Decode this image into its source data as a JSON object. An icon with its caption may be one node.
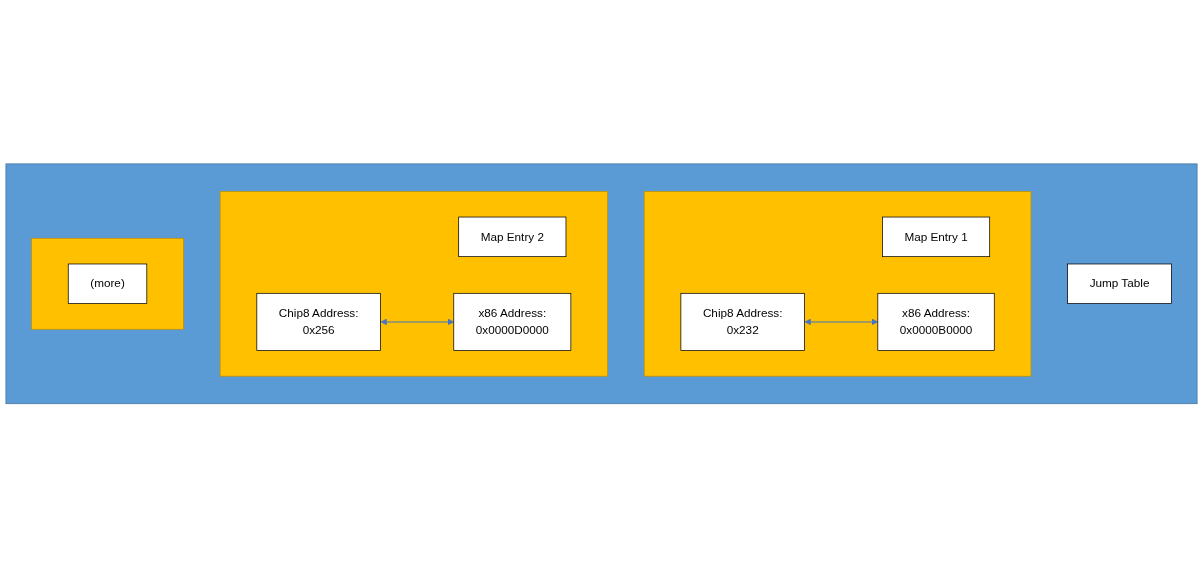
{
  "diagram": {
    "nodes": [
      {
        "text": [],
        "shape": "box"
      },
      {
        "text": [
          "Jump Table"
        ],
        "in": 0
      },
      {
        "text": [],
        "shape": "box",
        "in": 0
      },
      {
        "text": [
          "Map Entry 1"
        ],
        "in": 2
      },
      {
        "text": [
          "Chip8 Address:",
          "0x232"
        ],
        "in": 2
      },
      {
        "text": [
          "x86 Address:",
          "0x0000B0000"
        ],
        "in": 2
      },
      {
        "text": [],
        "shape": "box",
        "in": 0
      },
      {
        "text": [
          "Map Entry 2"
        ],
        "in": 6
      },
      {
        "text": [
          "Chip8 Address:",
          "0x256"
        ],
        "in": 6
      },
      {
        "text": [
          "x86 Address:",
          "0x0000D0000"
        ],
        "in": 6
      },
      {
        "text": [],
        "shape": "box",
        "in": 0
      },
      {
        "text": [
          "(more)"
        ],
        "in": 10
      }
    ],
    "edges": [
      {
        "from": 4,
        "to": 5,
        "arrow": "both"
      },
      {
        "from": 8,
        "to": 9,
        "arrow": "both"
      }
    ]
  }
}
